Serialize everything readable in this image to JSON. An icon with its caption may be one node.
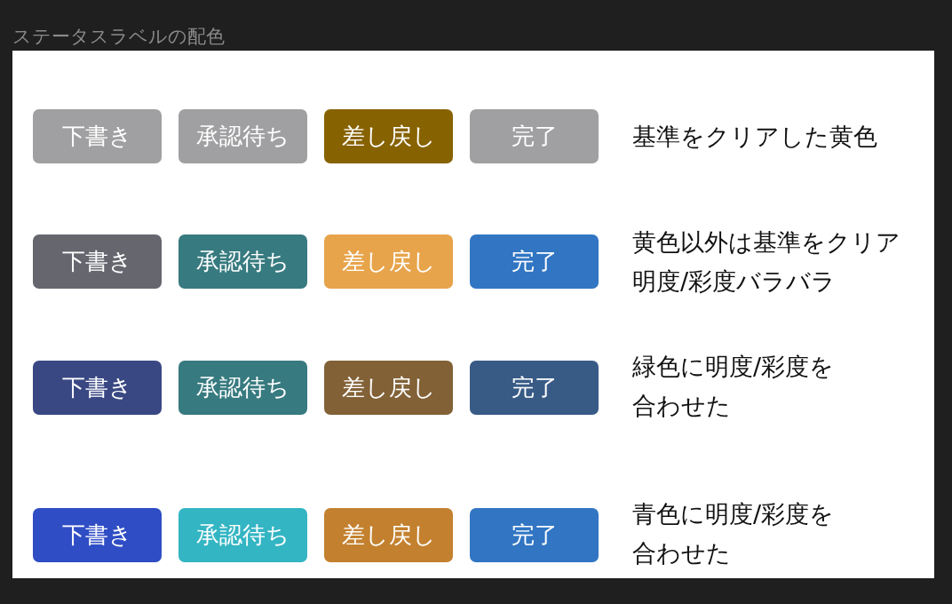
{
  "diagram": {
    "title": "ステータスラベルの配色",
    "nodes": [
      {
        "text": [
          "下書き"
        ]
      },
      {
        "text": [
          "承認待ち"
        ]
      },
      {
        "text": [
          "差し戻し"
        ]
      },
      {
        "text": [
          "完了"
        ]
      },
      {
        "text": [
          "下書き"
        ]
      },
      {
        "text": [
          "承認待ち"
        ]
      },
      {
        "text": [
          "差し戻し"
        ]
      },
      {
        "text": [
          "完了"
        ]
      },
      {
        "text": [
          "下書き"
        ]
      },
      {
        "text": [
          "承認待ち"
        ]
      },
      {
        "text": [
          "差し戻し"
        ]
      },
      {
        "text": [
          "完了"
        ]
      },
      {
        "text": [
          "下書き"
        ]
      },
      {
        "text": [
          "承認待ち"
        ]
      },
      {
        "text": [
          "差し戻し"
        ]
      },
      {
        "text": [
          "完了"
        ]
      }
    ],
    "labels": [
      "基準をクリアした黄色",
      "黄色以外は基準をクリア明度/彩度バラバラ",
      "緑色に明度/彩度を合わせた",
      "青色に明度/彩度を合わせた"
    ]
  }
}
